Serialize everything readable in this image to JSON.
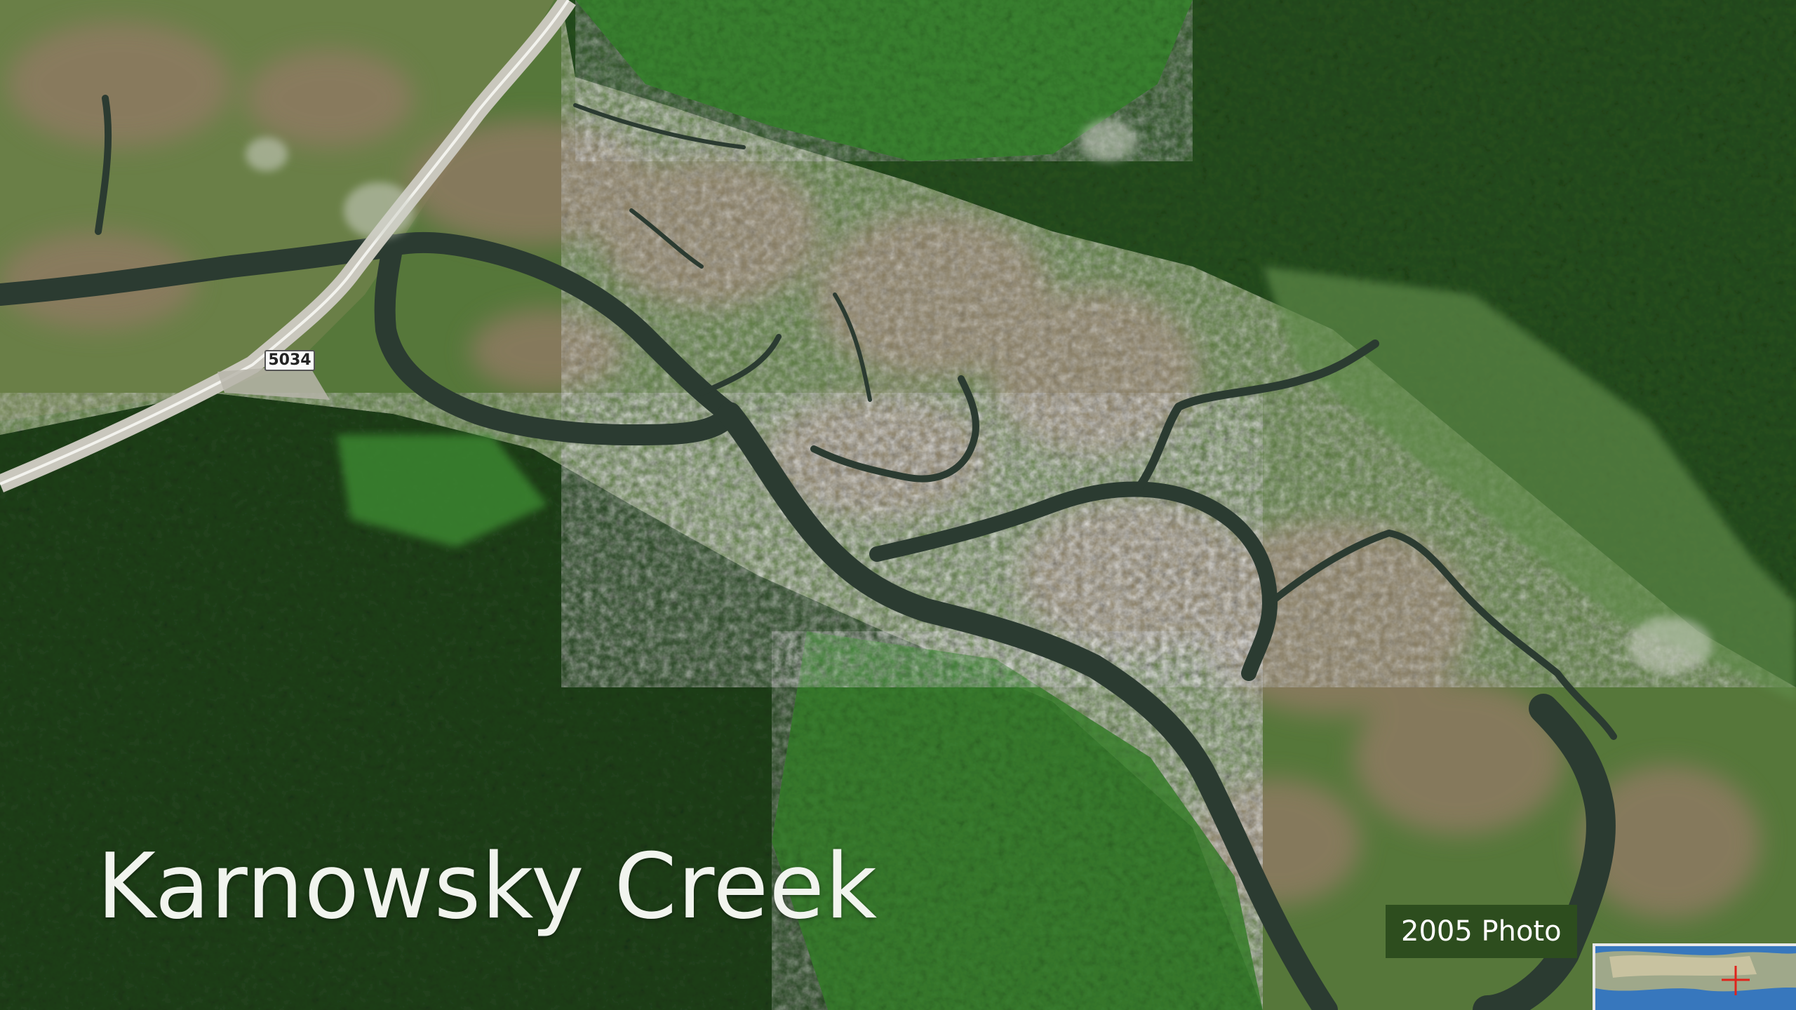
{
  "title": "Karnowsky Creek",
  "photo_label": "2005 Photo",
  "road_label": "5034",
  "colors": {
    "forest_dark": "#1f3a19",
    "forest_light": "#4f9a3a",
    "marsh": "#5d7a3f",
    "mudflat": "#8f7a63",
    "water": "#2b3b31",
    "road": "#d9d8d0",
    "label_bg": "#2d4d1e"
  },
  "icons": {
    "inset_marker": "red-crosshair-icon"
  }
}
